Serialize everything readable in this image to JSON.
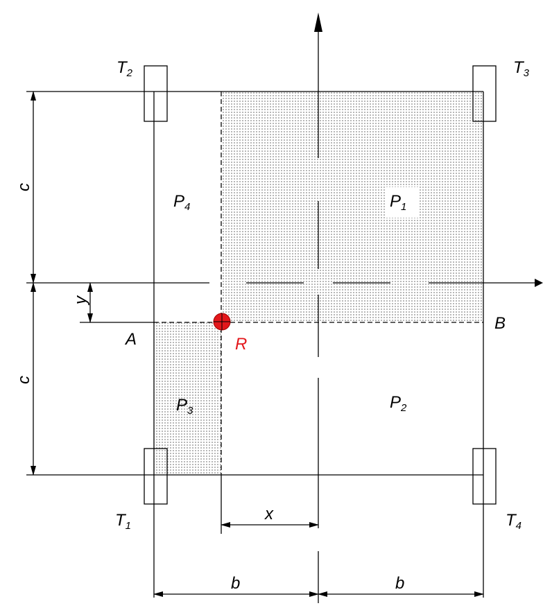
{
  "labels": {
    "t1": "T",
    "t1_sub": "1",
    "t2": "T",
    "t2_sub": "2",
    "t3": "T",
    "t3_sub": "3",
    "t4": "T",
    "t4_sub": "4",
    "p1": "P",
    "p1_sub": "1",
    "p2": "P",
    "p2_sub": "2",
    "p3": "P",
    "p3_sub": "3",
    "p4": "P",
    "p4_sub": "4",
    "a": "A",
    "b_point": "B",
    "r": "R",
    "c_top": "c",
    "c_bottom": "c",
    "y": "y",
    "x": "x",
    "b_left": "b",
    "b_right": "b"
  },
  "colors": {
    "line": "#000000",
    "point_r": "#e3171b",
    "hatch_dot": "#555555"
  }
}
